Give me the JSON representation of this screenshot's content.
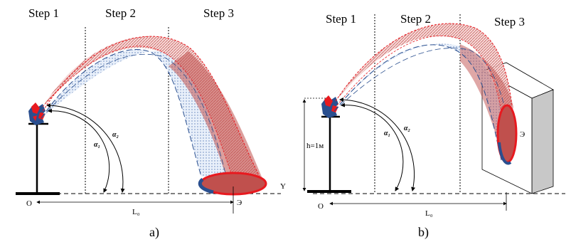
{
  "panel_a": {
    "step1": "Step 1",
    "step2": "Step 2",
    "step3": "Step 3",
    "origin": "O",
    "distance": "L₀",
    "alpha1": "α₁",
    "alpha2": "α₂",
    "end_mark": "Э",
    "axis_y": "Y",
    "caption": "a)"
  },
  "panel_b": {
    "step1": "Step 1",
    "step2": "Step 2",
    "step3": "Step 3",
    "origin": "O",
    "distance": "L₀",
    "alpha1": "α₁",
    "alpha2": "α₂",
    "end_mark": "Э",
    "height": "h=1м",
    "caption": "b)"
  },
  "colors": {
    "red": "#e8191f",
    "blue": "#2a4f8f",
    "fill_red": "#c0504d",
    "fill_blue": "#9db5d8"
  }
}
